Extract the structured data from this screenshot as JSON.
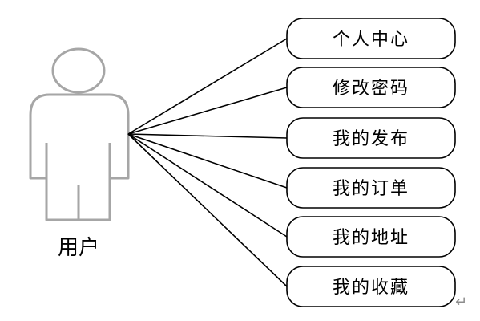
{
  "actor": {
    "label": "用户",
    "icon": "person-icon"
  },
  "use_cases": [
    {
      "label": "个人中心"
    },
    {
      "label": "修改密码"
    },
    {
      "label": "我的发布"
    },
    {
      "label": "我的订单"
    },
    {
      "label": "我的地址"
    },
    {
      "label": "我的收藏"
    }
  ],
  "paragraph_mark": "↵",
  "colors": {
    "actor_stroke": "#a6a6a6",
    "line": "#000000",
    "box_stroke": "#000000",
    "paragraph_mark": "#8c8c8c"
  }
}
